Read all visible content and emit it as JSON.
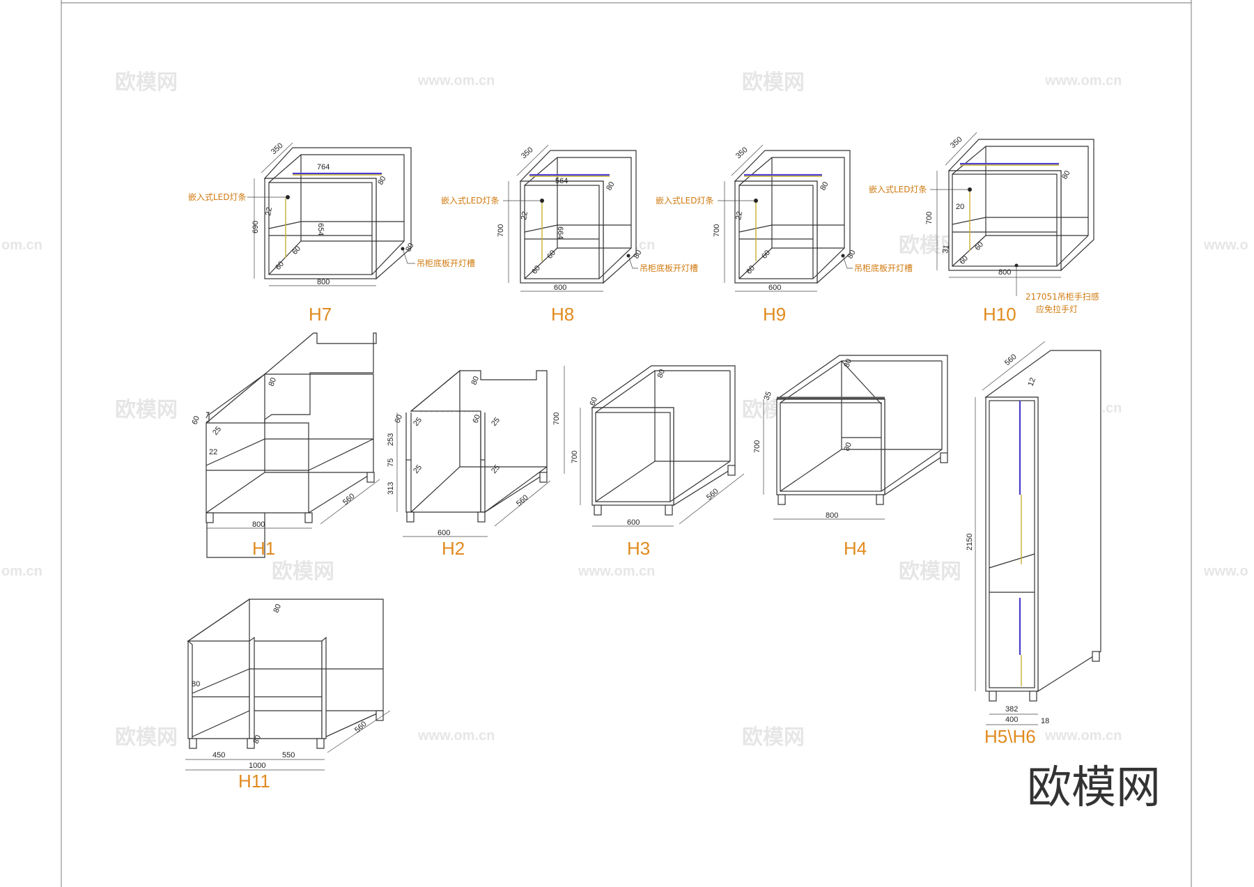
{
  "watermarks": {
    "cn": "欧模网",
    "url": "www.om.cn",
    "url_left": "om.cn",
    "url_right": "www.o"
  },
  "logo": "欧模网",
  "cabinets": {
    "H7": {
      "title": "H7",
      "depth": "350",
      "top_w": "764",
      "width": "800",
      "height": "690",
      "inner_h": "654",
      "led_label": "嵌入式LED灯条",
      "slot_label": "吊柜底板开灯槽",
      "d80": "80",
      "d22": "22",
      "d60": "60"
    },
    "H8": {
      "title": "H8",
      "depth": "350",
      "top_w": "564",
      "width": "600",
      "height": "700",
      "inner_h": "664",
      "led_label": "嵌入式LED灯条",
      "slot_label": "吊柜底板开灯槽",
      "d80": "80",
      "d22": "22",
      "d60": "60"
    },
    "H9": {
      "title": "H9",
      "depth": "350",
      "width": "600",
      "height": "700",
      "led_label": "嵌入式LED灯条",
      "slot_label": "吊柜底板开灯槽",
      "d80": "80",
      "d22": "22",
      "d60": "60"
    },
    "H10": {
      "title": "H10",
      "depth": "350",
      "width": "800",
      "height": "700",
      "led_label": "嵌入式LED灯条",
      "note1": "217051吊柜手扫感",
      "note2": "应免拉手灯",
      "d80": "80",
      "d20": "20",
      "d31": "31",
      "d60": "60"
    },
    "H1": {
      "title": "H1",
      "width": "800",
      "depth": "560",
      "d80": "80",
      "d60": "60",
      "d25": "25",
      "d22": "22"
    },
    "H2": {
      "title": "H2",
      "width": "600",
      "depth": "560",
      "height": "700",
      "d80": "80",
      "d60": "60",
      "d25": "25",
      "d253": "253",
      "d75": "75",
      "d313": "313"
    },
    "H3": {
      "title": "H3",
      "width": "600",
      "depth": "560",
      "height": "700",
      "d80": "80",
      "d60": "60"
    },
    "H4": {
      "title": "H4",
      "width": "800",
      "height": "700",
      "d80": "80",
      "d35": "35"
    },
    "H56": {
      "title": "H5\\H6",
      "depth": "560",
      "height": "2150",
      "d12": "12",
      "w382": "382",
      "w400": "400",
      "d18": "18"
    },
    "H11": {
      "title": "H11",
      "left": "450",
      "right": "550",
      "total": "1000",
      "depth": "560",
      "d80": "80"
    }
  }
}
